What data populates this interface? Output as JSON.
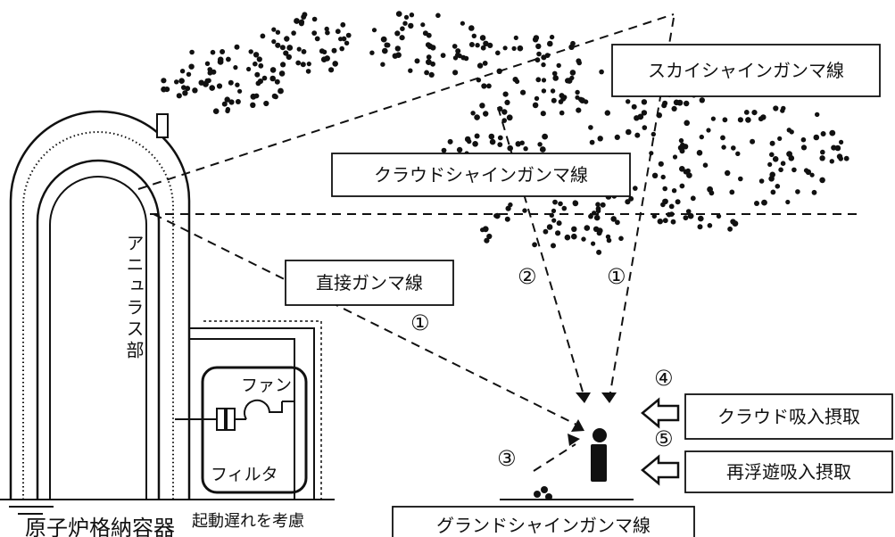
{
  "labels": {
    "skyshine": "スカイシャインガンマ線",
    "cloudshine": "クラウドシャインガンマ線",
    "direct": "直接ガンマ線",
    "groundshine": "グランドシャインガンマ線",
    "cloud_inhalation": "クラウド吸入摂取",
    "resuspension": "再浮遊吸入摂取",
    "annulus": "アニュラス部",
    "fan": "ファン",
    "filter": "フィルタ",
    "startup_delay": "起動遅れを考慮",
    "containment": "原子炉格納容器"
  },
  "markers": {
    "path1_skyshine": "①",
    "path2_cloudshine": "②",
    "path1_direct": "①",
    "path3_groundshine": "③",
    "path4_cloud_inhalation": "④",
    "path5_resuspension": "⑤"
  },
  "colors": {
    "ink": "#111111",
    "background": "#ffffff"
  }
}
